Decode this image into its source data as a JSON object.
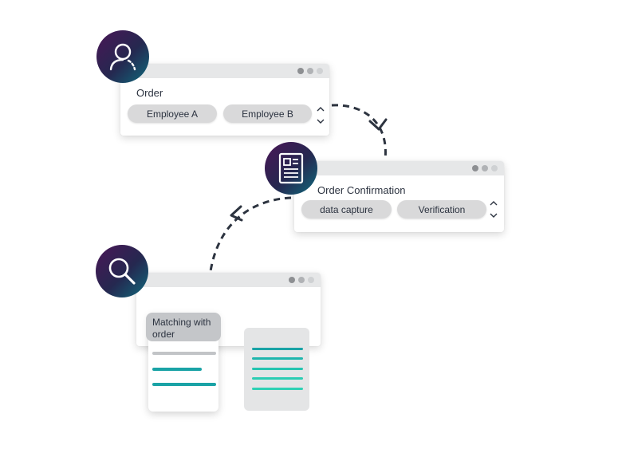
{
  "order_window": {
    "title": "Order",
    "pills": [
      "Employee A",
      "Employee B"
    ]
  },
  "confirmation_window": {
    "title": "Order Confirmation",
    "pills": [
      "data capture",
      "Verification"
    ]
  },
  "matching": {
    "label": "Matching with order"
  },
  "icons": [
    "user-icon",
    "document-icon",
    "magnifier-icon"
  ],
  "colors": {
    "badge_gradient": [
      "#4a1656",
      "#252850",
      "#0f6a7c"
    ],
    "teal": "#1aa3a6",
    "mint": "#2fd1b4",
    "arrow": "#2d3440"
  }
}
